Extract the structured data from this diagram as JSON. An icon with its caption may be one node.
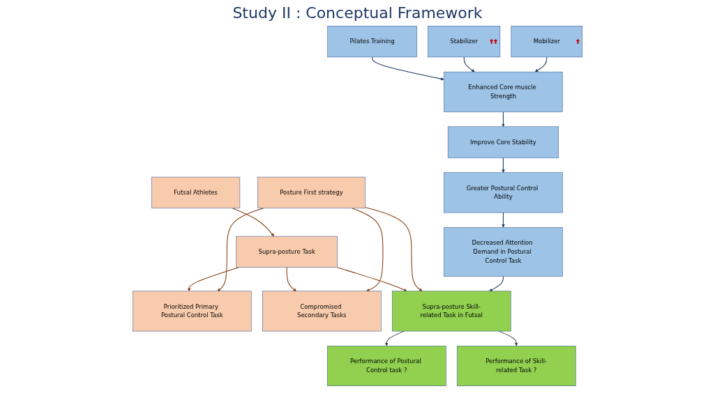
{
  "diagram": {
    "title": "Study II : Conceptual Framework",
    "nodes": [
      {
        "text": [
          "Futsal Athletes"
        ]
      },
      {
        "text": [
          "Supra-posture Task"
        ]
      },
      {
        "text": [
          "Posture First strategy"
        ]
      },
      {
        "text": [
          "Prioritized Primary Postural Control Task"
        ]
      },
      {
        "text": [
          "Compromised Secondary Tasks"
        ]
      },
      {
        "text": [
          "Supra-posture Skill-related Task in Futsal"
        ]
      },
      {
        "text": [
          "Performance of Postural Control task ?"
        ]
      },
      {
        "text": [
          "Performance of Skill-related Task ?"
        ]
      },
      {
        "text": [
          "Pilates Training"
        ]
      },
      {
        "text": [
          "Stabilizer"
        ]
      },
      {
        "text": [
          "Mobilizer"
        ]
      },
      {
        "text": [
          "Enhanced Core muscle Strength"
        ]
      },
      {
        "text": [
          "Improve Core Stability"
        ]
      },
      {
        "text": [
          "Greater Postural Control Ability"
        ]
      },
      {
        "text": [
          "Decreased Attention Demand in Postural Control Task"
        ]
      }
    ],
    "edges": [
      {
        "from": 0,
        "to": 1,
        "arrow": "to"
      },
      {
        "from": 1,
        "to": 3,
        "arrow": "to"
      },
      {
        "from": 1,
        "to": 4,
        "arrow": "to"
      },
      {
        "from": 1,
        "to": 5,
        "arrow": "to"
      },
      {
        "from": 2,
        "to": 3,
        "arrow": "to"
      },
      {
        "from": 2,
        "to": 4,
        "arrow": "to"
      },
      {
        "from": 2,
        "to": 5,
        "arrow": "to"
      },
      {
        "from": 5,
        "to": 6,
        "arrow": "to",
        "color": "#404040"
      },
      {
        "from": 5,
        "to": 7,
        "arrow": "to",
        "color": "#404040"
      },
      {
        "from": 8,
        "to": 11,
        "arrow": "to",
        "color": "#1f3864"
      },
      {
        "from": 9,
        "to": 11,
        "arrow": "to",
        "color": "#1f3864"
      },
      {
        "from": 10,
        "to": 11,
        "arrow": "to",
        "color": "#1f3864"
      },
      {
        "from": 11,
        "to": 12,
        "arrow": "to",
        "color": "#1f3864"
      },
      {
        "from": 12,
        "to": 13,
        "arrow": "to",
        "color": "#1f3864"
      },
      {
        "from": 13,
        "to": 14,
        "arrow": "to",
        "color": "#1f3864"
      },
      {
        "from": 14,
        "to": 5,
        "arrow": "to",
        "color": "#1f3864"
      }
    ]
  }
}
